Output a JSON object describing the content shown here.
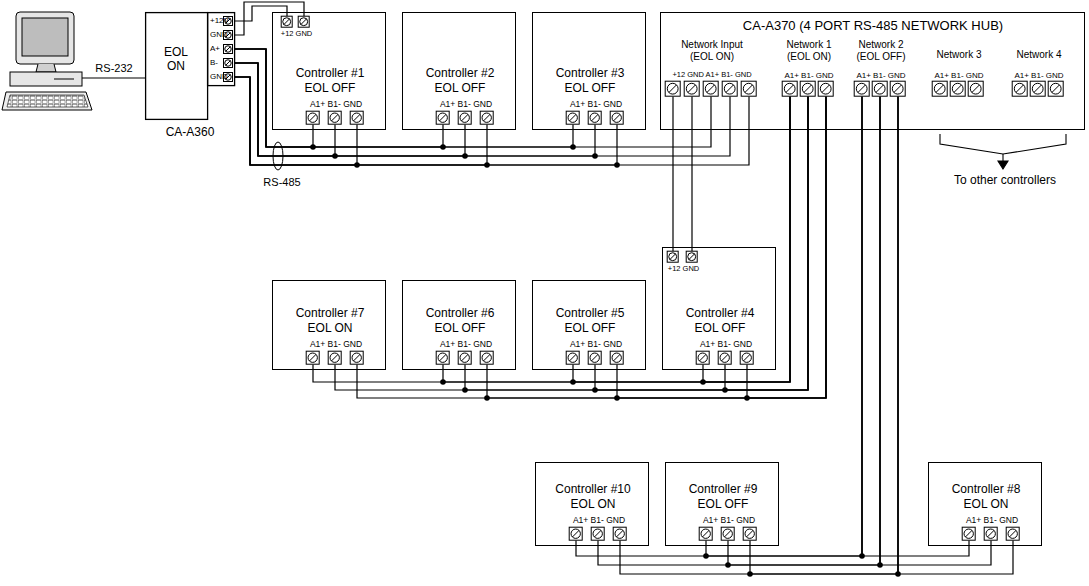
{
  "diagram": {
    "nodes": [
      {
        "text": [
          "EOL ON",
          "+12V",
          "GND",
          "A+",
          "B-",
          "GND",
          "CA-A360"
        ]
      },
      {
        "text": [
          "Controller #1",
          "EOL OFF",
          "A1+ B1- GND",
          "+12 GND"
        ]
      },
      {
        "text": [
          "Controller #2",
          "EOL OFF",
          "A1+ B1- GND"
        ]
      },
      {
        "text": [
          "Controller #3",
          "EOL OFF",
          "A1+ B1- GND"
        ]
      },
      {
        "text": [
          "CA-A370 (4 PORT RS-485 NETWORK HUB)",
          "Network Input (EOL ON)",
          "+12 GND A1+ B1- GND",
          "Network 1 (EOL ON)",
          "A1+ B1- GND",
          "Network 2 (EOL OFF)",
          "A1+ B1- GND",
          "Network 3",
          "A1+ B1- GND",
          "Network 4",
          "A1+ B1- GND"
        ]
      },
      {
        "text": [
          "Controller #7",
          "EOL ON",
          "A1+ B1- GND"
        ]
      },
      {
        "text": [
          "Controller #6",
          "EOL OFF",
          "A1+ B1- GND"
        ]
      },
      {
        "text": [
          "Controller #5",
          "EOL OFF",
          "A1+ B1- GND"
        ]
      },
      {
        "text": [
          "Controller #4",
          "EOL OFF",
          "A1+ B1- GND",
          "+12 GND"
        ]
      },
      {
        "text": [
          "Controller #10",
          "EOL ON",
          "A1+ B1- GND"
        ]
      },
      {
        "text": [
          "Controller #9",
          "EOL OFF",
          "A1+ B1- GND"
        ]
      },
      {
        "text": [
          "Controller #8",
          "EOL ON",
          "A1+ B1- GND"
        ]
      }
    ],
    "edges": [
      {
        "from": 0,
        "to": 1,
        "arrow": "none"
      },
      {
        "from": 0,
        "to": 2,
        "arrow": "none"
      },
      {
        "from": 0,
        "to": 3,
        "arrow": "none"
      },
      {
        "from": 0,
        "to": 4,
        "arrow": "none"
      },
      {
        "from": 0,
        "to": 1,
        "arrow": "none"
      },
      {
        "from": 4,
        "to": 8,
        "arrow": "none"
      },
      {
        "from": 4,
        "to": 8,
        "arrow": "none"
      },
      {
        "from": 4,
        "to": 7,
        "arrow": "none"
      },
      {
        "from": 4,
        "to": 6,
        "arrow": "none"
      },
      {
        "from": 4,
        "to": 5,
        "arrow": "none"
      },
      {
        "from": 4,
        "to": 11,
        "arrow": "none"
      },
      {
        "from": 4,
        "to": 10,
        "arrow": "none"
      },
      {
        "from": 4,
        "to": 9,
        "arrow": "none"
      }
    ],
    "labels": [
      "RS-232",
      "RS-485",
      "To other controllers"
    ]
  }
}
